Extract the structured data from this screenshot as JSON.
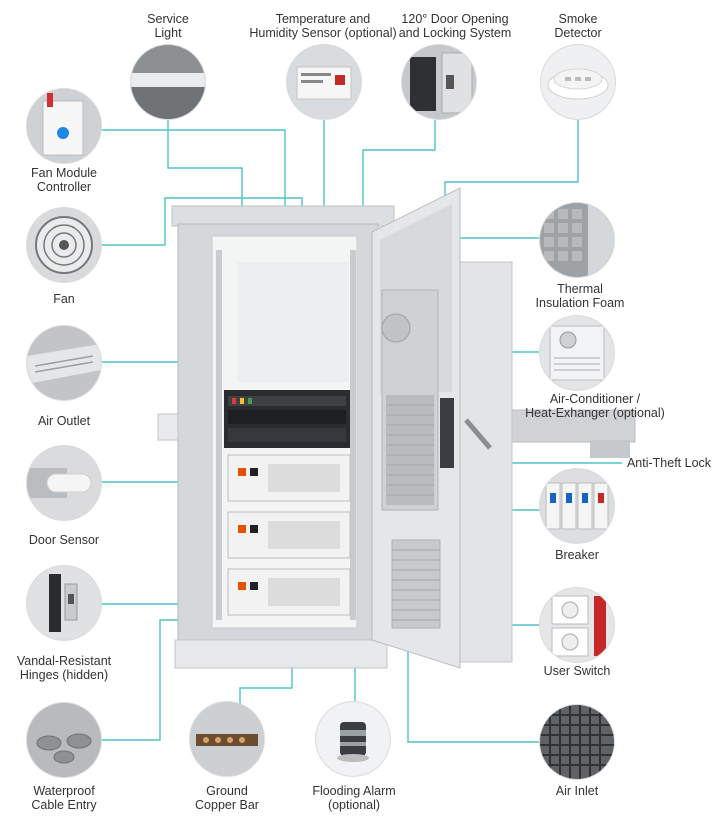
{
  "labels": {
    "service_light": [
      "Service",
      "Light"
    ],
    "temp_sensor": [
      "Temperature and",
      "Humidity Sensor (optional)"
    ],
    "door_system": [
      "120° Door Opening",
      "and Locking System"
    ],
    "smoke_detector": [
      "Smoke",
      "Detector"
    ],
    "fan_controller": [
      "Fan Module",
      "Controller"
    ],
    "fan": [
      "Fan"
    ],
    "air_outlet": [
      "Air Outlet"
    ],
    "door_sensor": [
      "Door Sensor"
    ],
    "hinges": [
      "Vandal-Resistant",
      "Hinges (hidden)"
    ],
    "cable_entry": [
      "Waterproof",
      "Cable Entry"
    ],
    "copper_bar": [
      "Ground",
      "Copper Bar"
    ],
    "flooding_alarm": [
      "Flooding Alarm",
      "(optional)"
    ],
    "insulation_foam": [
      "Thermal",
      "Insulation Foam"
    ],
    "air_conditioner": [
      "Air-Conditioner /",
      "Heat-Exhanger (optional)"
    ],
    "anti_theft_lock": [
      "Anti-Theft Lock"
    ],
    "breaker": [
      "Breaker"
    ],
    "user_switch": [
      "User Switch"
    ],
    "air_inlet": [
      "Air Inlet"
    ]
  },
  "colors": {
    "leader_line": "#4fc3c9",
    "cabinet": "#d9dcde",
    "label_text": "#333333"
  }
}
